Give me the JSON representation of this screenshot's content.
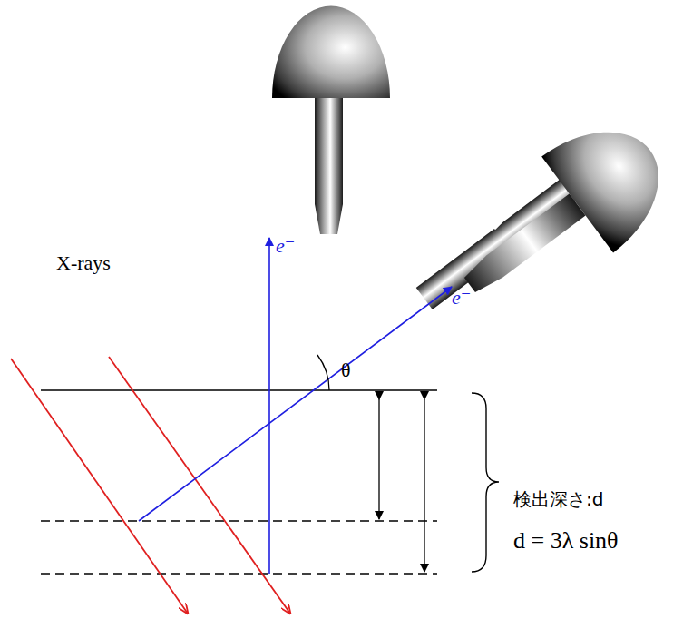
{
  "diagram": {
    "labels": [
      "X-rays",
      "e⁻",
      "e⁻",
      "θ",
      "検出深さ:d",
      "d = 3λ sinθ"
    ]
  }
}
